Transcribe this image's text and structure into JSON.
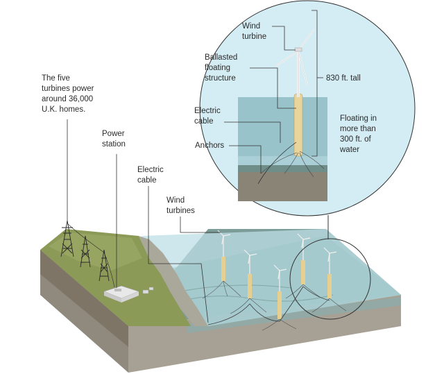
{
  "labels": {
    "homes": "The five\nturbines power\naround 36,000\nU.K. homes.",
    "power_station": "Power\nstation",
    "electric_cable": "Electric\ncable",
    "wind_turbines": "Wind\nturbines",
    "inset_wind_turbine": "Wind\nturbine",
    "ballasted_structure": "Ballasted\nfloating\nstructure",
    "inset_electric_cable": "Electric\ncable",
    "anchors": "Anchors",
    "height": "830 ft. tall",
    "depth": "Floating in\nmore than\n300 ft. of\nwater"
  },
  "colors": {
    "water_surface": "#bfe0e6",
    "water_deep": "#8fb9be",
    "land_top": "#8a9a55",
    "soil_front": "#8a857a",
    "soil_side": "#a7a295",
    "inset_bg": "#d9eef4",
    "float_body": "#e9d49b",
    "leader_line": "#333333"
  }
}
